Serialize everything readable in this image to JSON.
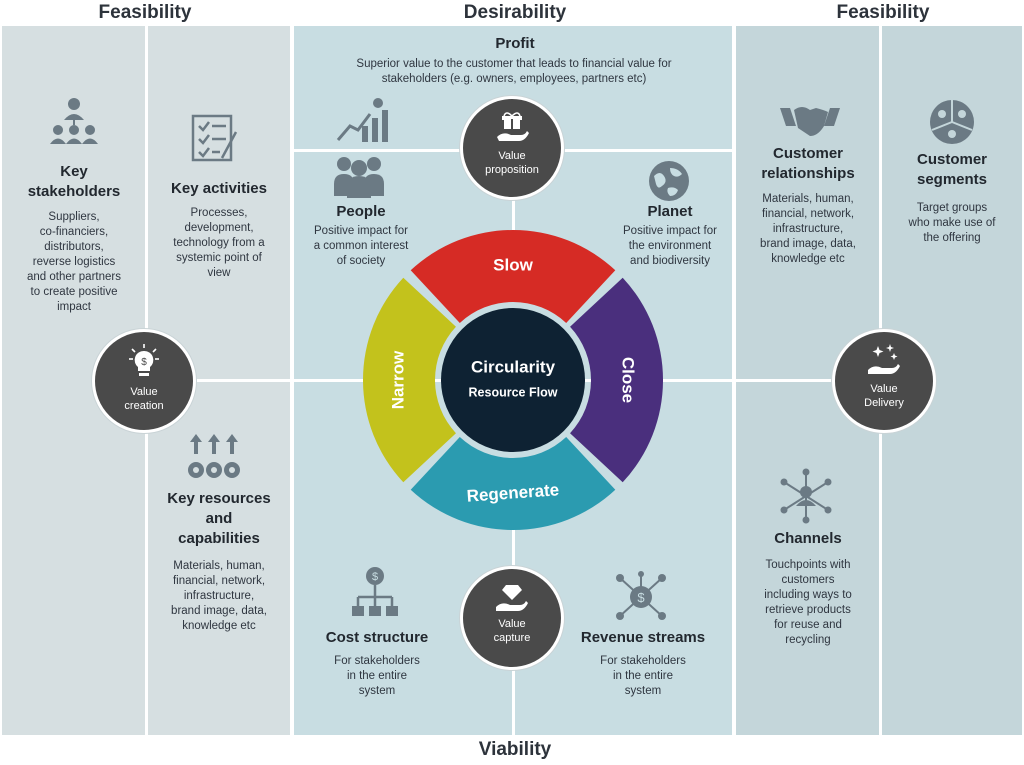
{
  "headers": {
    "feasibility_left": "Feasibility",
    "desirability": "Desirability",
    "feasibility_right": "Feasibility",
    "viability": "Viability"
  },
  "key_stakeholders": {
    "title": "Key\nstakeholders",
    "text": "Suppliers,\nco-financiers,\ndistributors,\nreverse logistics\nand other partners\nto create positive\nimpact"
  },
  "key_activities": {
    "title": "Key activities",
    "text": "Processes,\ndevelopment,\ntechnology from a\nsystemic point of\nview"
  },
  "key_resources": {
    "title": "Key resources\nand\ncapabilities",
    "text": "Materials, human,\nfinancial, network,\ninfrastructure,\nbrand image, data,\nknowledge etc"
  },
  "profit": {
    "title": "Profit",
    "text": "Superior value to the customer that leads to financial value for\nstakeholders (e.g. owners, employees, partners etc)"
  },
  "people": {
    "title": "People",
    "text": "Positive impact for\na common interest\nof society"
  },
  "planet": {
    "title": "Planet",
    "text": "Positive impact for\nthe environment\nand biodiversity"
  },
  "cost_structure": {
    "title": "Cost structure",
    "text": "For stakeholders\nin the entire\nsystem"
  },
  "revenue_streams": {
    "title": "Revenue streams",
    "text": "For stakeholders\nin the entire\nsystem"
  },
  "customer_relationships": {
    "title": "Customer\nrelationships",
    "text": "Materials, human,\nfinancial, network,\ninfrastructure,\nbrand image, data,\nknowledge etc"
  },
  "customer_segments": {
    "title": "Customer\nsegments",
    "text": "Target groups\nwho make use of\nthe offering"
  },
  "channels": {
    "title": "Channels",
    "text": "Touchpoints with\ncustomers\nincluding ways to\nretrieve products\nfor reuse and\nrecycling"
  },
  "nodes": {
    "value_creation": "Value\ncreation",
    "value_proposition": "Value\nproposition",
    "value_capture": "Value\ncapture",
    "value_delivery": "Value\nDelivery"
  },
  "circle": {
    "center_title": "Circularity",
    "center_sub": "Resource Flow",
    "slow": "Slow",
    "close": "Close",
    "regenerate": "Regenerate",
    "narrow": "Narrow",
    "colors": {
      "slow": "#d62b25",
      "close": "#4a2f7d",
      "regenerate": "#2b9bb0",
      "narrow": "#c3c21c",
      "center": "#0e2233"
    }
  },
  "colors": {
    "left_panel": "#d6dfe1",
    "center_panel": "#c8dde2",
    "right_panel": "#c4d6da",
    "icon": "#6b7a84"
  }
}
